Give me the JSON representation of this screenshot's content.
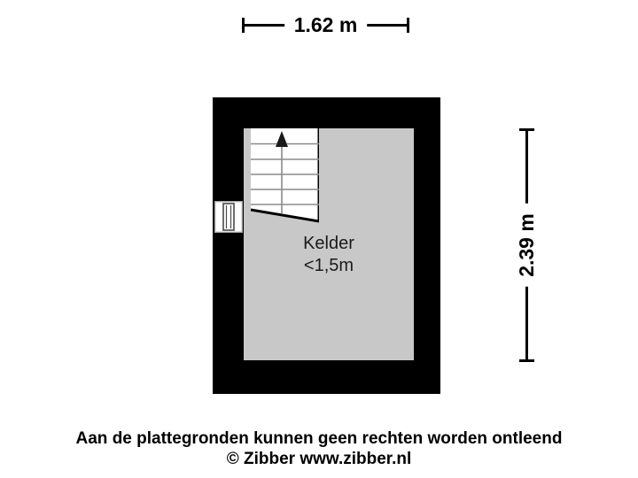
{
  "dimensions": {
    "top": {
      "label": "1.62 m",
      "icon": "dimension-line-horizontal-icon"
    },
    "right": {
      "label": "2.39 m",
      "icon": "dimension-line-vertical-icon"
    }
  },
  "plan": {
    "room": {
      "name": "Kelder",
      "height_note": "<1,5m"
    },
    "stairs": {
      "direction_icon": "up-arrow-icon",
      "step_count": 6
    },
    "window": {
      "icon": "window-symbol-icon"
    },
    "colors": {
      "wall": "#000000",
      "floor": "#c8c8c8",
      "stair_fill": "#ffffff",
      "page": "#ffffff",
      "text": "#000000"
    }
  },
  "footer": {
    "line1": "Aan de plattegronden kunnen geen rechten worden ontleend",
    "line2": "© Zibber www.zibber.nl"
  }
}
